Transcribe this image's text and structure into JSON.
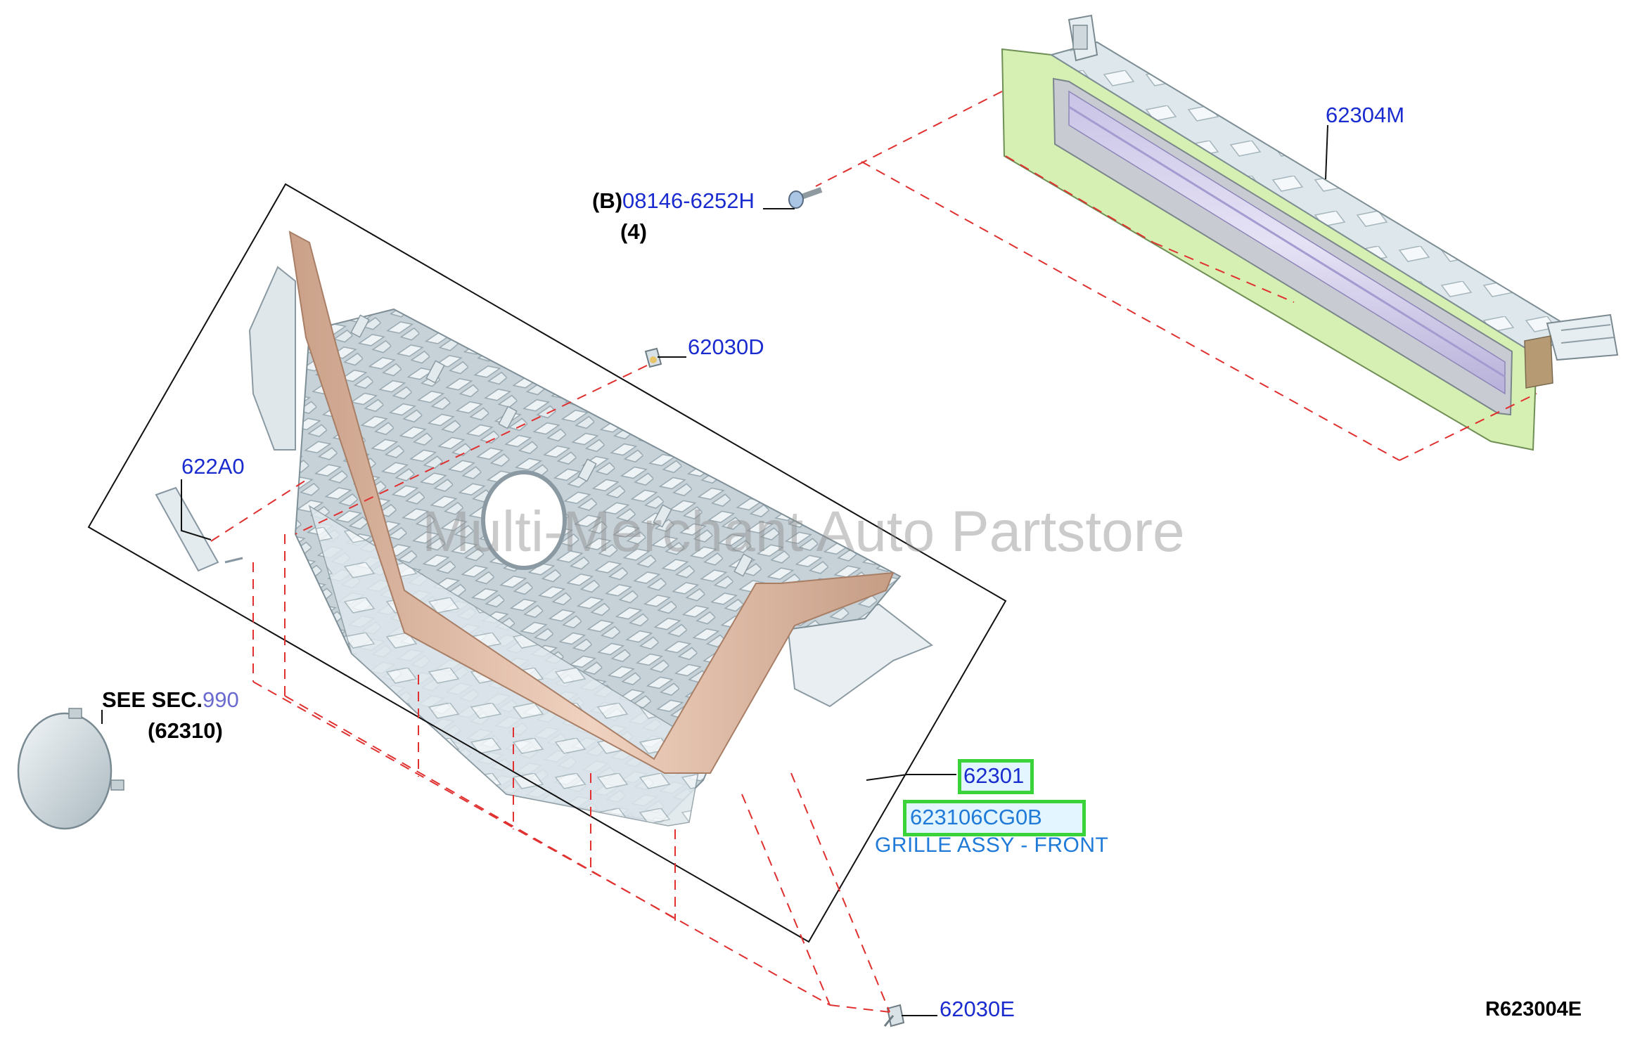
{
  "diagram": {
    "reference_code": "R623004E",
    "watermark": "Multi-Merchant Auto Partstore",
    "callouts": {
      "bolt": {
        "prefix": "(B)",
        "part": "08146-6252H",
        "qty": "(4)"
      },
      "bracket": {
        "part": "62304M"
      },
      "clip_upper": {
        "part": "62030D"
      },
      "cover_small": {
        "part": "622A0"
      },
      "emblem": {
        "see": "SEE SEC.",
        "section": "990",
        "ref": "(62310)"
      },
      "grille_assy": {
        "part": "62301",
        "catalog_number": "623106CG0B",
        "description": "GRILLE ASSY - FRONT"
      },
      "clip_lower": {
        "part": "62030E"
      }
    },
    "colors": {
      "part_link": "#1a2ccf",
      "highlight_border": "#3ad43a",
      "highlight_fill": "#e3f6ff",
      "leader_dash": "#e03030",
      "chrome_trim": "#d9a98a",
      "bracket_frame": "#d6efb2"
    }
  }
}
